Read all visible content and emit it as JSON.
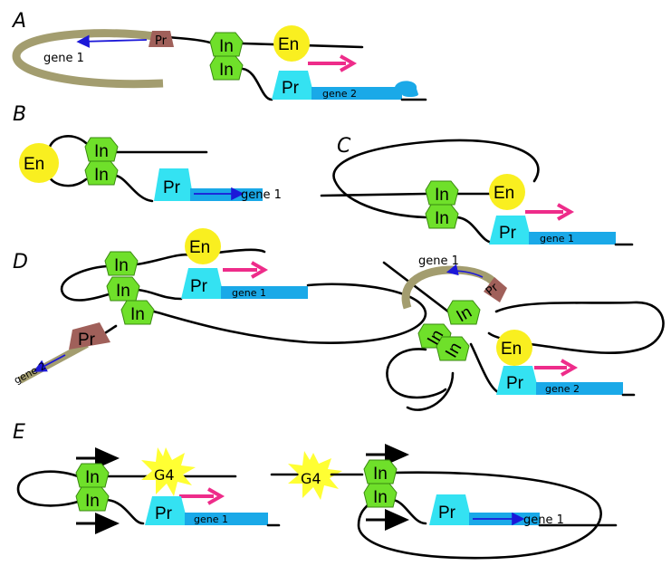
{
  "panels": {
    "a": "A",
    "b": "B",
    "c": "C",
    "d": "D",
    "e": "E"
  },
  "labels": {
    "insulator": "In",
    "enhancer": "En",
    "promoter": "Pr",
    "g4": "G4",
    "gene1": "gene 1",
    "gene2": "gene 2",
    "gene2_short": "gene 2"
  },
  "colors": {
    "insulator": "#6fe02a",
    "enhancer": "#f9ef20",
    "promoter_active": "#34e2f2",
    "promoter_inactive": "#a0605a",
    "gene_body": "#1aa9e8",
    "gene_inactive": "#a39d6f",
    "activation_arrow": "#ee2c8a",
    "transcript_arrow": "#1c18d8",
    "g4_star": "#ffff33"
  }
}
